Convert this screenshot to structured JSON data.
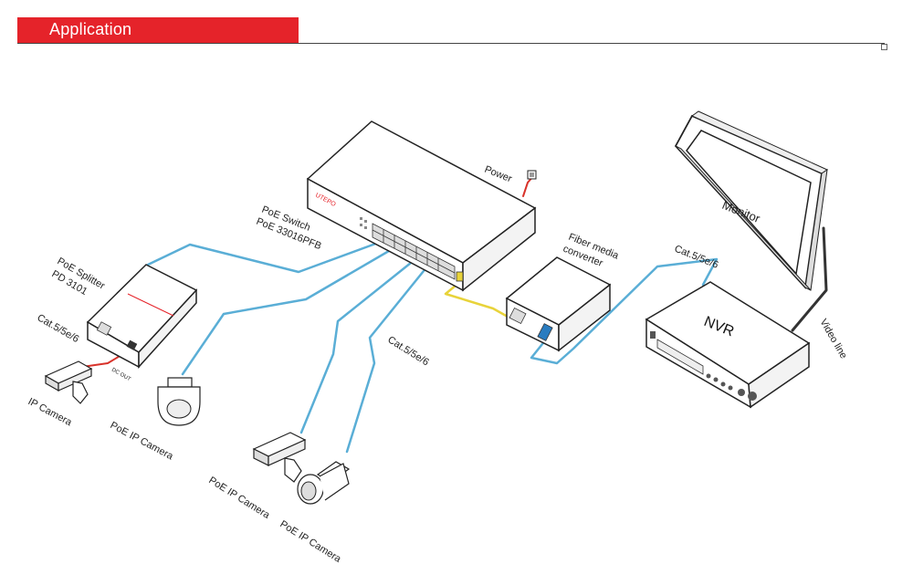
{
  "header": {
    "title": "Application"
  },
  "diagram": {
    "switch_label_line1": "PoE  Switch",
    "switch_label_line2": "PoE 33016PFB",
    "switch_brand": "UTEPO",
    "power_label": "Power",
    "fiber_label_line1": "Fiber media",
    "fiber_label_line2": "converter",
    "monitor_label": "Monitor",
    "nvr_label": "NVR",
    "video_line_label": "Video line",
    "cable_label_right": "Cat.5/5e/6",
    "cable_label_center": "Cat.5/5e/6",
    "cable_label_left": "Cat.5/5e/6",
    "splitter_label_line1": "PoE Splitter",
    "splitter_label_line2": "PD 3101",
    "dc_out_label": "DC OUT",
    "ip_camera_label": "IP Camera",
    "poe_camera_dome_label": "PoE IP Camera",
    "poe_camera_bullet_label": "PoE IP Camera",
    "poe_camera_box_label": "PoE IP Camera"
  },
  "colors": {
    "accent": "#e5232a",
    "cable_blue": "#5aaed6",
    "cable_yellow": "#e8d33a",
    "cable_red": "#d8322a"
  }
}
